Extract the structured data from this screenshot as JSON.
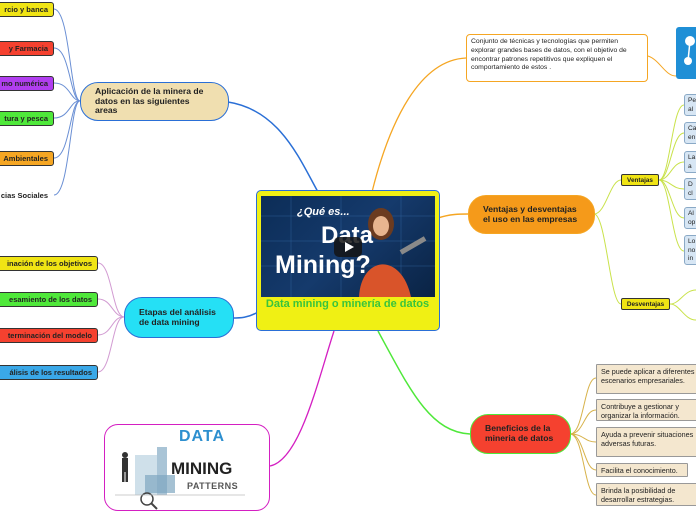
{
  "center": {
    "title": "Data mining o minería de datos",
    "video": {
      "line1": "¿Qué es...",
      "line2": "Data",
      "line3": "Mining?"
    }
  },
  "definition": {
    "text": "Conjunto de técnicas y tecnologías que permiten explorar grandes bases de datos,  con el objetivo de encontrar patrones repetitivos que expliquen el comportamiento de estos ."
  },
  "aplicacion": {
    "label": "Aplicación de la minera de datos en las siguientes areas",
    "items": [
      {
        "label": "rcio y banca",
        "color": "#f0e414"
      },
      {
        "label": "y Farmacia",
        "color": "#f5412f"
      },
      {
        "label": "mo numérica",
        "color": "#b13ef0"
      },
      {
        "label": "tura y pesca",
        "color": "#4fe83a"
      },
      {
        "label": "Ambientales",
        "color": "#f5a623"
      },
      {
        "label": "cias Sociales",
        "color": "#ffffff"
      }
    ]
  },
  "etapas": {
    "label": "Etapas del análisis de data mining",
    "items": [
      {
        "label": "inación de los objetivos",
        "color": "#f0e414"
      },
      {
        "label": "esamiento de los datos",
        "color": "#4fe83a"
      },
      {
        "label": "terminación del modelo",
        "color": "#f5412f"
      },
      {
        "label": "álisis de los resultados",
        "color": "#3aa8e8"
      }
    ]
  },
  "ventajas_desventajas": {
    "label": "Ventajas y desventajas  el uso en las empresas",
    "ventajas": {
      "tag": "Ventajas",
      "items": [
        "Pe\nal",
        "Ca\nen",
        "La\na",
        "D\ncl",
        "Al\nop",
        "Lo\nno\nin"
      ]
    },
    "desventajas": {
      "tag": "Desventajas"
    }
  },
  "beneficios": {
    "label": "Beneficios de la mineria de datos",
    "items": [
      "Se puede aplicar a diferentes escenarios empresariales.",
      "Contribuye  a gestionar y organizar  la información.",
      "Ayuda  a prevenir situaciones adversas futuras.",
      "Facilita el conocimiento.",
      "Brinda la posibilidad de desarrollar estrategias."
    ]
  },
  "image2": {
    "line1": "DATA",
    "line2": "MINING",
    "line3": "PATTERNS"
  }
}
